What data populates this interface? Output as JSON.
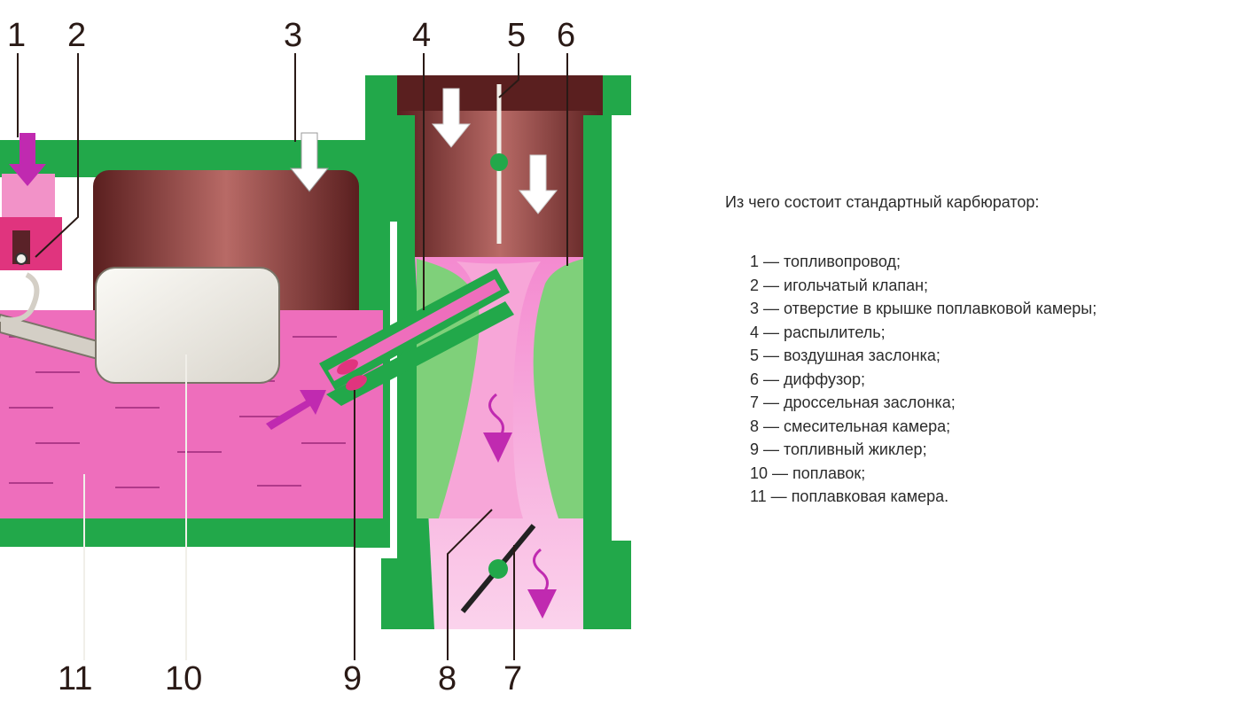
{
  "diagram": {
    "callouts": [
      "1",
      "2",
      "3",
      "4",
      "5",
      "6",
      "7",
      "8",
      "9",
      "10",
      "11"
    ],
    "colors": {
      "body": "#22a84a",
      "fuel": "#ee6ebc",
      "chamber": "#8a3a3a",
      "float": "#f1efe9",
      "diffuser": "#7fd07a",
      "arrow_fuel": "#c02ab0",
      "arrow_air": "#ffffff"
    },
    "icons": [
      "air-arrow-icon",
      "fuel-arrow-icon",
      "mixture-arrow-icon"
    ]
  },
  "legend": {
    "title": "Из чего состоит стандартный карбюратор:",
    "items": [
      "1 — топливопровод;",
      "2 — игольчатый клапан;",
      "3 — отверстие в крышке поплавковой камеры;",
      "4 — распылитель;",
      "5 — воздушная заслонка;",
      "6 — диффузор;",
      "7 — дроссельная заслонка;",
      "8 — смесительная камера;",
      "9 — топливный жиклер;",
      "10 — поплавок;",
      "11 — поплавковая камера."
    ]
  }
}
